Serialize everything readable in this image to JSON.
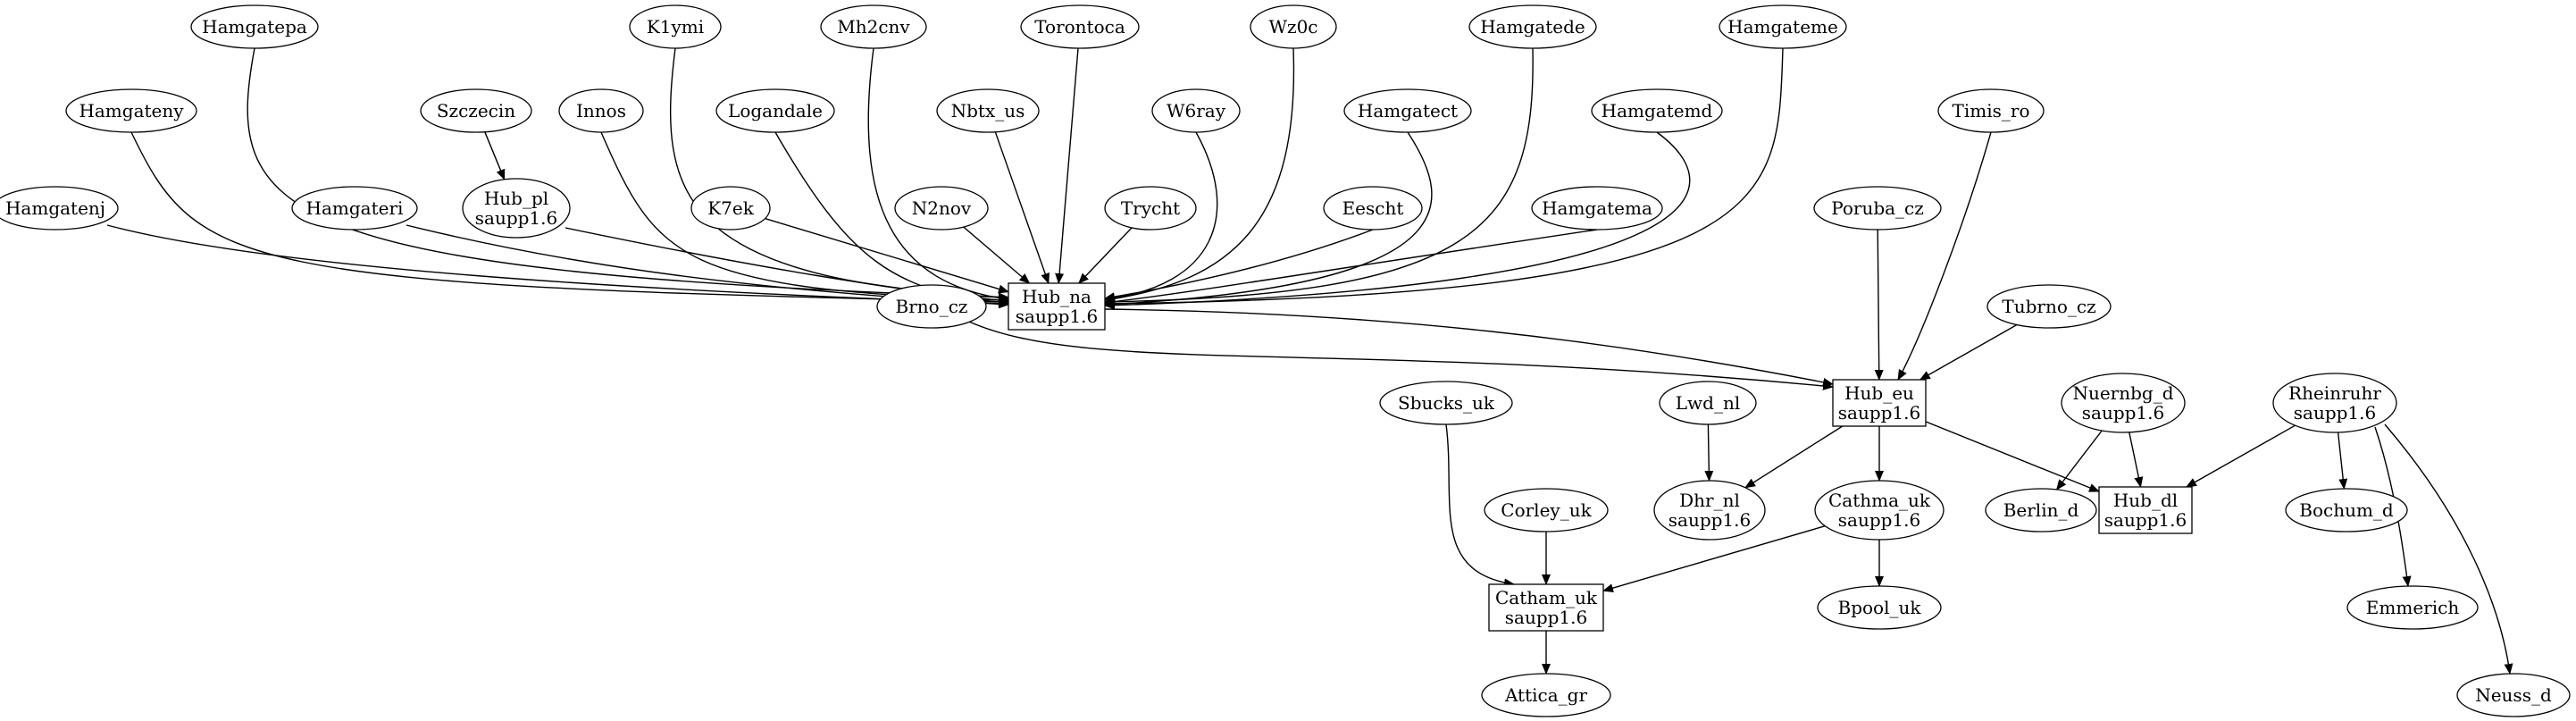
{
  "graph": {
    "nodes": [
      {
        "id": "hamgatepa",
        "lines": [
          "Hamgatepa"
        ],
        "shape": "ellipse"
      },
      {
        "id": "k1ymi",
        "lines": [
          "K1ymi"
        ],
        "shape": "ellipse"
      },
      {
        "id": "mh2cnv",
        "lines": [
          "Mh2cnv"
        ],
        "shape": "ellipse"
      },
      {
        "id": "torontoca",
        "lines": [
          "Torontoca"
        ],
        "shape": "ellipse"
      },
      {
        "id": "wz0c",
        "lines": [
          "Wz0c"
        ],
        "shape": "ellipse"
      },
      {
        "id": "hamgatede",
        "lines": [
          "Hamgatede"
        ],
        "shape": "ellipse"
      },
      {
        "id": "hamgateme",
        "lines": [
          "Hamgateme"
        ],
        "shape": "ellipse"
      },
      {
        "id": "hamgateny",
        "lines": [
          "Hamgateny"
        ],
        "shape": "ellipse"
      },
      {
        "id": "szczecin",
        "lines": [
          "Szczecin"
        ],
        "shape": "ellipse"
      },
      {
        "id": "innos",
        "lines": [
          "Innos"
        ],
        "shape": "ellipse"
      },
      {
        "id": "logandale",
        "lines": [
          "Logandale"
        ],
        "shape": "ellipse"
      },
      {
        "id": "nbtx_us",
        "lines": [
          "Nbtx_us"
        ],
        "shape": "ellipse"
      },
      {
        "id": "w6ray",
        "lines": [
          "W6ray"
        ],
        "shape": "ellipse"
      },
      {
        "id": "hamgatect",
        "lines": [
          "Hamgatect"
        ],
        "shape": "ellipse"
      },
      {
        "id": "hamgatemd",
        "lines": [
          "Hamgatemd"
        ],
        "shape": "ellipse"
      },
      {
        "id": "timis_ro",
        "lines": [
          "Timis_ro"
        ],
        "shape": "ellipse"
      },
      {
        "id": "hamgatenj",
        "lines": [
          "Hamgatenj"
        ],
        "shape": "ellipse"
      },
      {
        "id": "hamgateri",
        "lines": [
          "Hamgateri"
        ],
        "shape": "ellipse"
      },
      {
        "id": "hub_pl",
        "lines": [
          "Hub_pl",
          "saupp1.6"
        ],
        "shape": "ellipse"
      },
      {
        "id": "k7ek",
        "lines": [
          "K7ek"
        ],
        "shape": "ellipse"
      },
      {
        "id": "n2nov",
        "lines": [
          "N2nov"
        ],
        "shape": "ellipse"
      },
      {
        "id": "trycht",
        "lines": [
          "Trycht"
        ],
        "shape": "ellipse"
      },
      {
        "id": "eescht",
        "lines": [
          "Eescht"
        ],
        "shape": "ellipse"
      },
      {
        "id": "hamgatema",
        "lines": [
          "Hamgatema"
        ],
        "shape": "ellipse"
      },
      {
        "id": "poruba_cz",
        "lines": [
          "Poruba_cz"
        ],
        "shape": "ellipse"
      },
      {
        "id": "brno_cz",
        "lines": [
          "Brno_cz"
        ],
        "shape": "ellipse"
      },
      {
        "id": "hub_na",
        "lines": [
          "Hub_na",
          "saupp1.6"
        ],
        "shape": "box"
      },
      {
        "id": "tubrno_cz",
        "lines": [
          "Tubrno_cz"
        ],
        "shape": "ellipse"
      },
      {
        "id": "sbucks_uk",
        "lines": [
          "Sbucks_uk"
        ],
        "shape": "ellipse"
      },
      {
        "id": "lwd_nl",
        "lines": [
          "Lwd_nl"
        ],
        "shape": "ellipse"
      },
      {
        "id": "hub_eu",
        "lines": [
          "Hub_eu",
          "saupp1.6"
        ],
        "shape": "box"
      },
      {
        "id": "nuernbg_d",
        "lines": [
          "Nuernbg_d",
          "saupp1.6"
        ],
        "shape": "ellipse"
      },
      {
        "id": "rheinruhr",
        "lines": [
          "Rheinruhr",
          "saupp1.6"
        ],
        "shape": "ellipse"
      },
      {
        "id": "corley_uk",
        "lines": [
          "Corley_uk"
        ],
        "shape": "ellipse"
      },
      {
        "id": "dhr_nl",
        "lines": [
          "Dhr_nl",
          "saupp1.6"
        ],
        "shape": "ellipse"
      },
      {
        "id": "cathma_uk",
        "lines": [
          "Cathma_uk",
          "saupp1.6"
        ],
        "shape": "ellipse"
      },
      {
        "id": "berlin_d",
        "lines": [
          "Berlin_d"
        ],
        "shape": "ellipse"
      },
      {
        "id": "hub_dl",
        "lines": [
          "Hub_dl",
          "saupp1.6"
        ],
        "shape": "box"
      },
      {
        "id": "bochum_d",
        "lines": [
          "Bochum_d"
        ],
        "shape": "ellipse"
      },
      {
        "id": "catham_uk",
        "lines": [
          "Catham_uk",
          "saupp1.6"
        ],
        "shape": "box"
      },
      {
        "id": "bpool_uk",
        "lines": [
          "Bpool_uk"
        ],
        "shape": "ellipse"
      },
      {
        "id": "emmerich",
        "lines": [
          "Emmerich"
        ],
        "shape": "ellipse"
      },
      {
        "id": "attica_gr",
        "lines": [
          "Attica_gr"
        ],
        "shape": "ellipse"
      },
      {
        "id": "neuss_d",
        "lines": [
          "Neuss_d"
        ],
        "shape": "ellipse"
      }
    ],
    "edges": [
      {
        "from": "hamgatepa",
        "to": "hub_na"
      },
      {
        "from": "k1ymi",
        "to": "hub_na"
      },
      {
        "from": "mh2cnv",
        "to": "hub_na"
      },
      {
        "from": "torontoca",
        "to": "hub_na"
      },
      {
        "from": "wz0c",
        "to": "hub_na"
      },
      {
        "from": "hamgatede",
        "to": "hub_na"
      },
      {
        "from": "hamgateme",
        "to": "hub_na"
      },
      {
        "from": "hamgateny",
        "to": "hub_na"
      },
      {
        "from": "szczecin",
        "to": "hub_pl"
      },
      {
        "from": "innos",
        "to": "hub_na"
      },
      {
        "from": "logandale",
        "to": "hub_na"
      },
      {
        "from": "nbtx_us",
        "to": "hub_na"
      },
      {
        "from": "w6ray",
        "to": "hub_na"
      },
      {
        "from": "hamgatect",
        "to": "hub_na"
      },
      {
        "from": "hamgatemd",
        "to": "hub_na"
      },
      {
        "from": "hamgatenj",
        "to": "hub_na"
      },
      {
        "from": "hamgateri",
        "to": "hub_na"
      },
      {
        "from": "hub_pl",
        "to": "hub_na"
      },
      {
        "from": "k7ek",
        "to": "hub_na"
      },
      {
        "from": "n2nov",
        "to": "hub_na"
      },
      {
        "from": "trycht",
        "to": "hub_na"
      },
      {
        "from": "eescht",
        "to": "hub_na"
      },
      {
        "from": "hamgatema",
        "to": "hub_na"
      },
      {
        "from": "hub_na",
        "to": "hub_eu"
      },
      {
        "from": "brno_cz",
        "to": "hub_eu"
      },
      {
        "from": "poruba_cz",
        "to": "hub_eu"
      },
      {
        "from": "timis_ro",
        "to": "hub_eu"
      },
      {
        "from": "tubrno_cz",
        "to": "hub_eu"
      },
      {
        "from": "hub_eu",
        "to": "dhr_nl"
      },
      {
        "from": "hub_eu",
        "to": "cathma_uk"
      },
      {
        "from": "hub_eu",
        "to": "hub_dl"
      },
      {
        "from": "lwd_nl",
        "to": "dhr_nl"
      },
      {
        "from": "nuernbg_d",
        "to": "berlin_d"
      },
      {
        "from": "nuernbg_d",
        "to": "hub_dl"
      },
      {
        "from": "rheinruhr",
        "to": "hub_dl"
      },
      {
        "from": "rheinruhr",
        "to": "bochum_d"
      },
      {
        "from": "rheinruhr",
        "to": "emmerich"
      },
      {
        "from": "rheinruhr",
        "to": "neuss_d"
      },
      {
        "from": "sbucks_uk",
        "to": "catham_uk"
      },
      {
        "from": "corley_uk",
        "to": "catham_uk"
      },
      {
        "from": "cathma_uk",
        "to": "catham_uk"
      },
      {
        "from": "cathma_uk",
        "to": "bpool_uk"
      },
      {
        "from": "catham_uk",
        "to": "attica_gr"
      }
    ]
  }
}
